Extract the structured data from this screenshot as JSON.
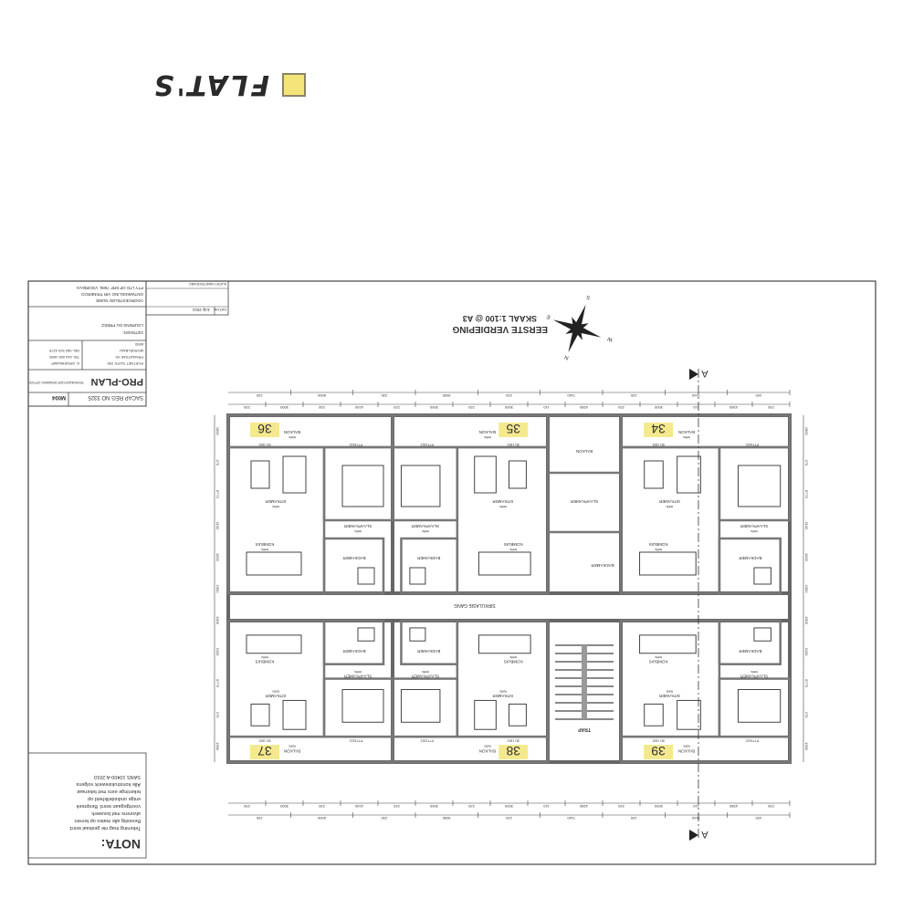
{
  "handwritten_label": {
    "text": "FLAT'S",
    "swatch_color": "#f3e57a"
  },
  "title": {
    "name": "EERSTE VERDIEPING",
    "scale": "SKAAL 1:100 @ A3"
  },
  "compass": {
    "n": "N",
    "s": "S",
    "e": "E",
    "w": "W"
  },
  "section_marker": "A",
  "title_block": {
    "reg": "SACAP REG NO 3325",
    "sheet_no": "M004",
    "firm": "PRO-PLAN",
    "firm_sub": "TEKENKANTOOR DRAWING OFFICE",
    "address": [
      "POSTNET SUITE 230",
      "PRIVAATSAK X5",
      "MOSSELBAAI",
      "6500"
    ],
    "contact": [
      "A. GROENKAMP",
      "TEL 044 690 1899",
      "SEL 082 922 4275"
    ],
    "drawn_label": "GETEKEN:",
    "drawn_by": "LOURENS DU PREEZ",
    "project": [
      "VOORGESTELDE NUWE",
      "ONTWIKKELING VIR TRINERCO",
      "PTY LTD OP ERF 7686, VOORBAAI"
    ],
    "date_label": "DATUM",
    "date": "July 2021",
    "client_sig": "KLIENT HANDTEKENING"
  },
  "nota": {
    "heading": "NOTA:",
    "lines": [
      "Tekening mag nie geskaal word.",
      "Bevestig alle mates op terrein",
      "alvorens met bouwerk",
      "voortgegaan word. Bespreek",
      "enige onduidelikheid op",
      "tekeninge eers met tekenaar.",
      "Alle konstruksiewerk volgens",
      "SANS 10400-A:2010"
    ]
  },
  "rooms": {
    "sitkamer": "SITKAMER",
    "slaapkamer": "SLAAPKAMER",
    "kombuis": "KOMBUIS",
    "badkamer": "BADKAMER",
    "balkon": "BALKON",
    "tiled": "teëls",
    "trap": "TRAP",
    "gang": "SIRKULASIE GANG",
    "window": "PTT1812",
    "door": "SD 1821"
  },
  "flats": [
    {
      "number": "39"
    },
    {
      "number": "38"
    },
    {
      "number": "37"
    },
    {
      "number": "34"
    },
    {
      "number": "35"
    },
    {
      "number": "36"
    }
  ],
  "dimensions": {
    "top_overall": [
      "220",
      "7440",
      "220",
      "7440",
      "220",
      "3000",
      "230",
      "6000",
      "220"
    ],
    "top_detail": [
      "230",
      "4380",
      "110",
      "3000",
      "220",
      "4280",
      "110",
      "3000",
      "220",
      "3000",
      "220",
      "4150",
      "230",
      "3000",
      "230"
    ],
    "side": [
      "1500",
      "270",
      "6770",
      "2100",
      "1500",
      "2300",
      "1500",
      "2100",
      "6770",
      "270",
      "1500"
    ]
  }
}
